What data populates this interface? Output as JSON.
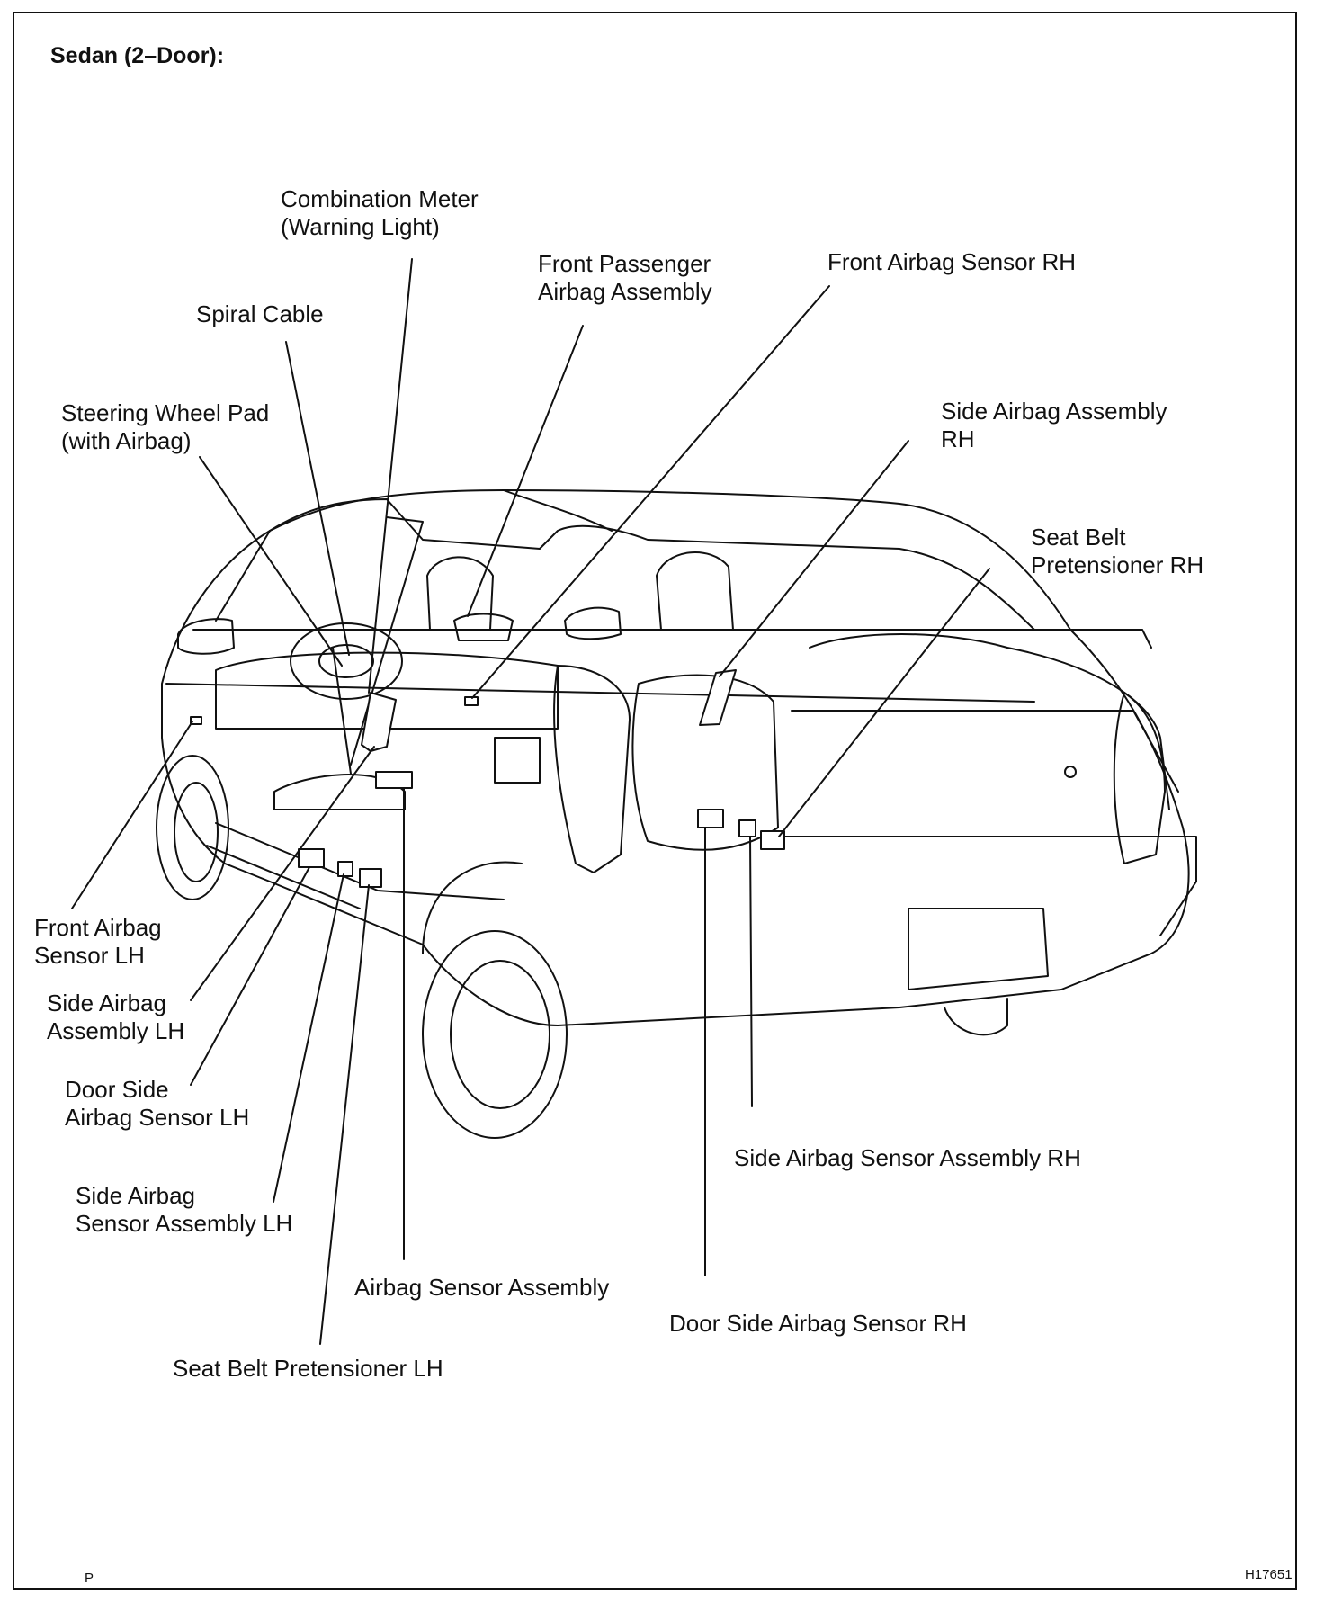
{
  "title": "Sedan (2–Door):",
  "labels": {
    "combination_meter": [
      "Combination Meter",
      "(Warning Light)"
    ],
    "front_passenger_airbag": [
      "Front Passenger",
      "Airbag Assembly"
    ],
    "front_airbag_sensor_rh": [
      "Front Airbag Sensor RH"
    ],
    "spiral_cable": [
      "Spiral Cable"
    ],
    "steering_wheel_pad": [
      "Steering Wheel Pad",
      "(with Airbag)"
    ],
    "side_airbag_assembly_rh": [
      "Side Airbag Assembly",
      "RH"
    ],
    "seat_belt_pretensioner_rh": [
      "Seat Belt",
      "Pretensioner RH"
    ],
    "front_airbag_sensor_lh": [
      "Front Airbag",
      "Sensor LH"
    ],
    "side_airbag_assembly_lh": [
      "Side Airbag",
      "Assembly LH"
    ],
    "door_side_airbag_sensor_lh": [
      "Door Side",
      "Airbag Sensor LH"
    ],
    "side_airbag_sensor_assembly_lh": [
      "Side Airbag",
      "Sensor Assembly LH"
    ],
    "airbag_sensor_assembly": [
      "Airbag Sensor Assembly"
    ],
    "seat_belt_pretensioner_lh": [
      "Seat Belt Pretensioner LH"
    ],
    "side_airbag_sensor_assembly_rh": [
      "Side Airbag Sensor Assembly RH"
    ],
    "door_side_airbag_sensor_rh": [
      "Door Side Airbag Sensor RH"
    ]
  },
  "footer": {
    "left": "P",
    "right": "H17651"
  }
}
